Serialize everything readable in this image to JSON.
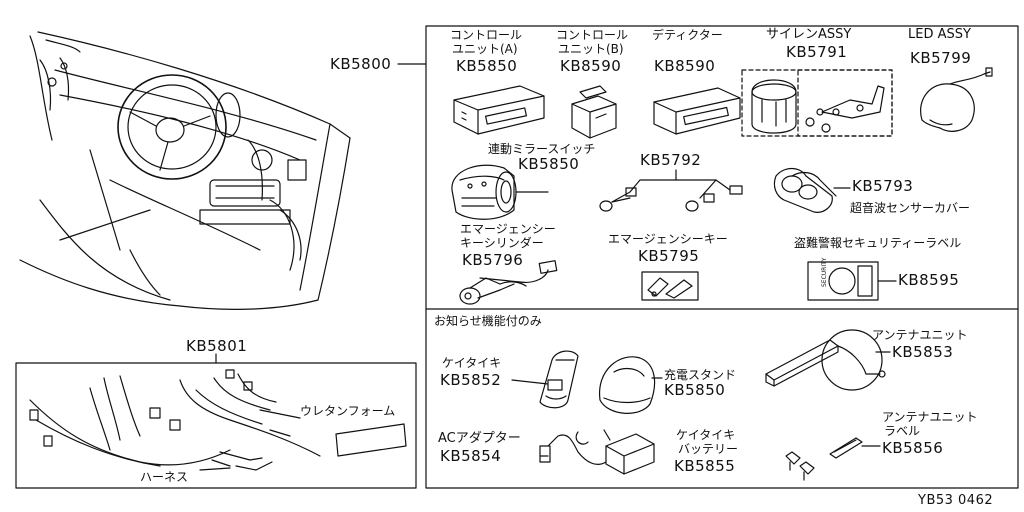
{
  "diagram": {
    "main_code": "KB5800",
    "harness": {
      "code": "KB5801",
      "label": "ハーネス",
      "foam_label": "ウレタンフォーム"
    },
    "parts": {
      "control_unit_a": {
        "name_line1": "コントロール",
        "name_line2": "ユニット(A)",
        "code": "KB5850"
      },
      "control_unit_b": {
        "name_line1": "コントロール",
        "name_line2": "ユニット(B)",
        "code": "KB8590"
      },
      "detector": {
        "name": "デティクター",
        "code": "KB8590"
      },
      "siren": {
        "name": "サイレンASSY",
        "code": "KB5791"
      },
      "led": {
        "name": "LED ASSY",
        "code": "KB5799"
      },
      "mirror_switch": {
        "name": "連動ミラースイッチ",
        "code": "KB5850"
      },
      "sensor_set": {
        "code": "KB5792"
      },
      "ultrasonic_cover": {
        "name": "超音波センサーカバー",
        "code": "KB5793"
      },
      "emergency_cylinder": {
        "name_line1": "エマージェンシー",
        "name_line2": "キーシリンダー",
        "code": "KB5796"
      },
      "emergency_key": {
        "name": "エマージェンシーキー",
        "code": "KB5795"
      },
      "security_label": {
        "name": "盗難警報セキュリティーラベル",
        "code": "KB8595",
        "label_text": "SECURITY"
      }
    },
    "notify_section": {
      "title": "お知らせ機能付のみ",
      "portable": {
        "name": "ケイタイキ",
        "code": "KB5852"
      },
      "charger": {
        "name": "充電スタンド",
        "code": "KB5850"
      },
      "antenna_unit": {
        "name": "アンテナユニット",
        "code": "KB5853"
      },
      "ac_adapter": {
        "name": "ACアダプター",
        "code": "KB5854"
      },
      "battery": {
        "name_line1": "ケイタイキ",
        "name_line2": "バッテリー",
        "code": "KB5855"
      },
      "antenna_label": {
        "name_line1": "アンテナユニット",
        "name_line2": "ラベル",
        "code": "KB5856"
      }
    },
    "figure_id": "YB53 0462"
  }
}
